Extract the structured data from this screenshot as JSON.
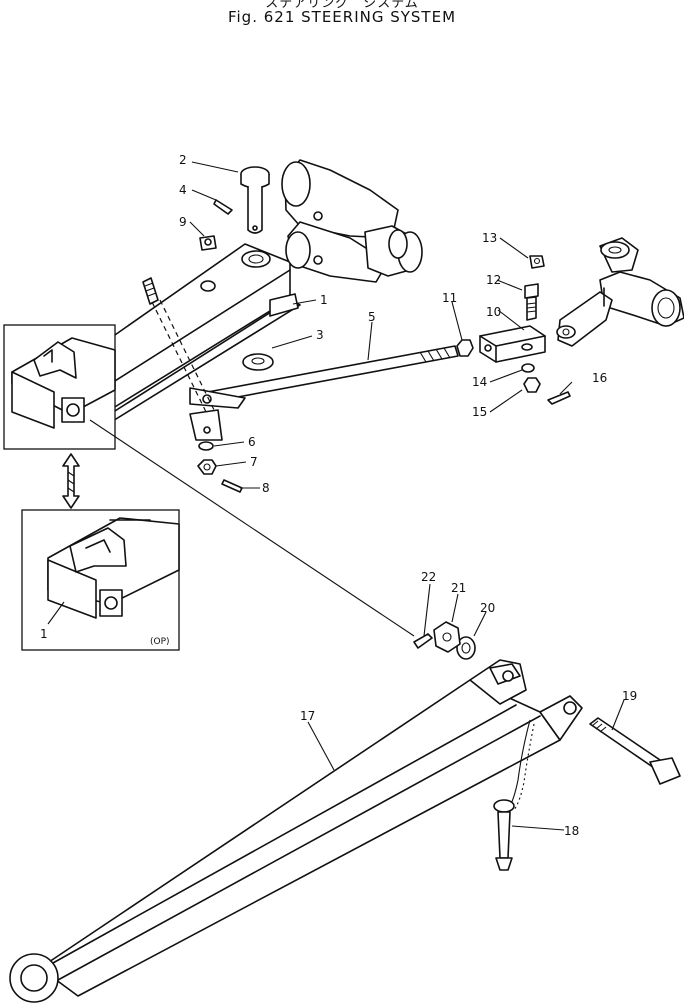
{
  "header": {
    "subtitle": "ステアリング　システム",
    "title": "Fig. 621   STEERING SYSTEM"
  },
  "callouts": [
    "1",
    "2",
    "3",
    "4",
    "5",
    "6",
    "7",
    "8",
    "9",
    "10",
    "11",
    "12",
    "13",
    "14",
    "15",
    "16",
    "17",
    "18",
    "19",
    "20",
    "21",
    "22"
  ],
  "inset_detail": {
    "callout": "1",
    "tag": "(OP)"
  }
}
